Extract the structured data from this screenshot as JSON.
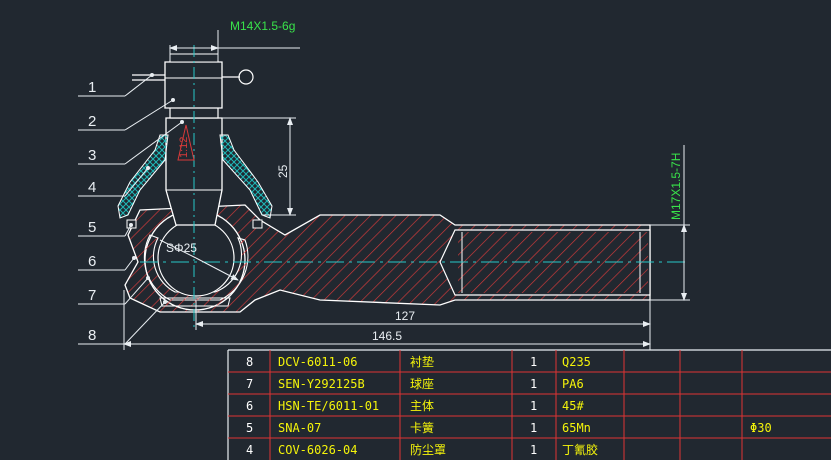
{
  "colors": {
    "background": "#212830",
    "outline": "#ffffff",
    "hatch_body": "#d63a3a",
    "hatch_boot": "#1fb8b8",
    "dimension": "#e9eef2",
    "thread_label": "#39e34a",
    "centerline": "#27c9c9",
    "table_line": "#e03333",
    "table_text": "#f4f40a"
  },
  "drawing": {
    "thread_top_label": "M14X1.5-6g",
    "thread_right_label": "M17X1.5-7H",
    "dim_taper_label": "1:12",
    "dim_height_25": "25",
    "dim_sphere": "SΦ25",
    "dim_127": "127",
    "dim_146_5": "146.5",
    "leaders": [
      "1",
      "2",
      "3",
      "4",
      "5",
      "6",
      "7",
      "8"
    ]
  },
  "bom": {
    "rows": [
      {
        "no": "8",
        "code": "DCV-6011-06",
        "name": "衬垫",
        "qty": "1",
        "material": "Q235",
        "note": ""
      },
      {
        "no": "7",
        "code": "SEN-Y292125B",
        "name": "球座",
        "qty": "1",
        "material": "PA6",
        "note": ""
      },
      {
        "no": "6",
        "code": "HSN-TE/6011-01",
        "name": "主体",
        "qty": "1",
        "material": "45#",
        "note": ""
      },
      {
        "no": "5",
        "code": "SNA-07",
        "name": "卡簧",
        "qty": "1",
        "material": "65Mn",
        "note": "Φ30"
      },
      {
        "no": "4",
        "code": "COV-6026-04",
        "name": "防尘罩",
        "qty": "1",
        "material": "丁氰胶",
        "note": ""
      }
    ]
  }
}
